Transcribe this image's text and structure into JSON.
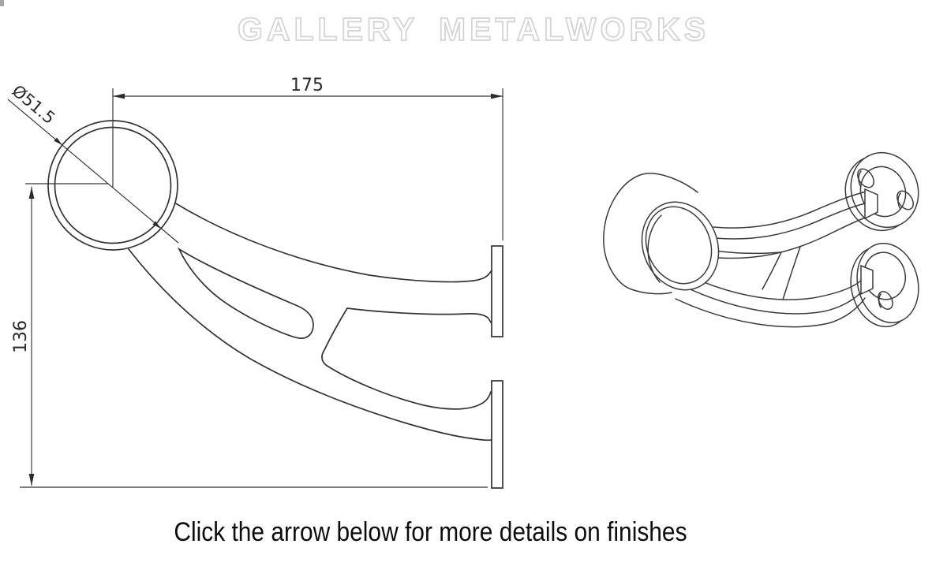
{
  "watermark": {
    "text": "GALLERY METALWORKS"
  },
  "front_view": {
    "dim_width": "175",
    "dim_diameter": "Ø51.5",
    "dim_height": "136"
  },
  "caption": {
    "text": "Click the arrow below for more details on finishes"
  },
  "colors": {
    "background": "#ffffff",
    "line": "#333333",
    "dimension_text": "#2b2b2b",
    "watermark_outline": "#d4d4d4",
    "caption_text": "#0d0d0d"
  }
}
